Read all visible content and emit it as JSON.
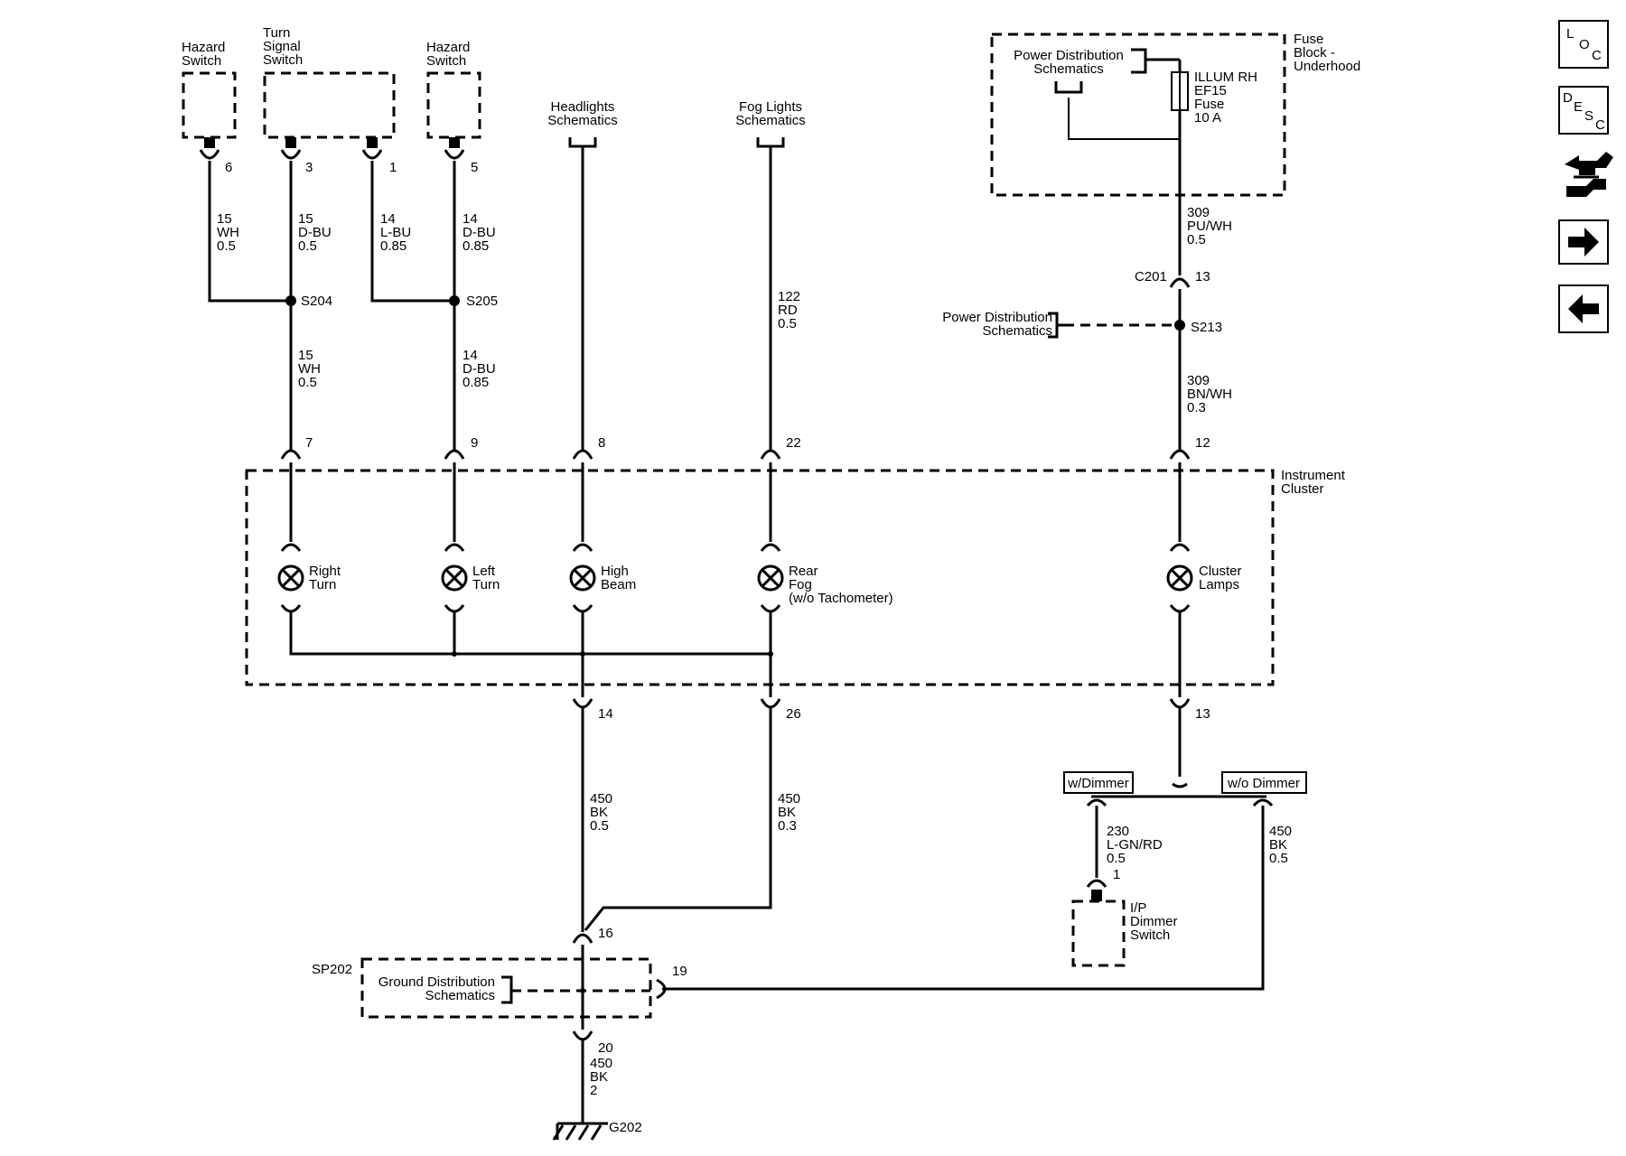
{
  "components": {
    "hazard_switch_left": [
      "Hazard",
      "Switch"
    ],
    "turn_signal_switch": [
      "Turn",
      "Signal",
      "Switch"
    ],
    "hazard_switch_right": [
      "Hazard",
      "Switch"
    ],
    "headlights": [
      "Headlights",
      "Schematics"
    ],
    "fog_lights": [
      "Fog Lights",
      "Schematics"
    ],
    "power_dist_top": [
      "Power Distribution",
      "Schematics"
    ],
    "fuse": [
      "ILLUM RH",
      "EF15",
      "Fuse",
      "10 A"
    ],
    "fuse_block": [
      "Fuse",
      "Block -",
      "Underhood"
    ],
    "power_dist_mid": [
      "Power Distribution",
      "Schematics"
    ],
    "instrument_cluster": [
      "Instrument",
      "Cluster"
    ],
    "ground_dist": [
      "Ground Distribution",
      "Schematics"
    ],
    "dimmer_switch": [
      "I/P",
      "Dimmer",
      "Switch"
    ]
  },
  "lamps": {
    "right_turn": [
      "Right",
      "Turn"
    ],
    "left_turn": [
      "Left",
      "Turn"
    ],
    "high_beam": [
      "High",
      "Beam"
    ],
    "rear_fog": [
      "Rear",
      "Fog",
      "(w/o Tachometer)"
    ],
    "cluster_lamps": [
      "Cluster",
      "Lamps"
    ]
  },
  "pins": {
    "hz_left": "6",
    "ts_a": "3",
    "ts_b": "1",
    "hz_right": "5",
    "ic_7": "7",
    "ic_9": "9",
    "ic_8": "8",
    "ic_22": "22",
    "ic_12": "12",
    "ic_14": "14",
    "ic_26": "26",
    "ic_13": "13",
    "c201_13": "13",
    "p16": "16",
    "p19": "19",
    "p20": "20",
    "dimmer_1": "1"
  },
  "wires": {
    "w1": [
      "15",
      "WH",
      "0.5"
    ],
    "w2": [
      "15",
      "D-BU",
      "0.5"
    ],
    "w3": [
      "14",
      "L-BU",
      "0.85"
    ],
    "w4": [
      "14",
      "D-BU",
      "0.85"
    ],
    "w5": [
      "15",
      "WH",
      "0.5"
    ],
    "w6": [
      "14",
      "D-BU",
      "0.85"
    ],
    "w7": [
      "122",
      "RD",
      "0.5"
    ],
    "w8": [
      "309",
      "PU/WH",
      "0.5"
    ],
    "w9": [
      "309",
      "BN/WH",
      "0.3"
    ],
    "w10": [
      "450",
      "BK",
      "0.5"
    ],
    "w11": [
      "450",
      "BK",
      "0.3"
    ],
    "w12": [
      "450",
      "BK",
      "2"
    ],
    "w13": [
      "230",
      "L-GN/RD",
      "0.5"
    ],
    "w14": [
      "450",
      "BK",
      "0.5"
    ]
  },
  "splices": {
    "s204": "S204",
    "s205": "S205",
    "s213": "S213",
    "c201": "C201",
    "sp202": "SP202",
    "g202": "G202"
  },
  "options": {
    "with_dimmer": "w/Dimmer",
    "without_dimmer": "w/o Dimmer"
  },
  "nav": {
    "loc": [
      "L",
      "O",
      "C"
    ],
    "desc": [
      "D",
      "E",
      "S",
      "C"
    ]
  }
}
